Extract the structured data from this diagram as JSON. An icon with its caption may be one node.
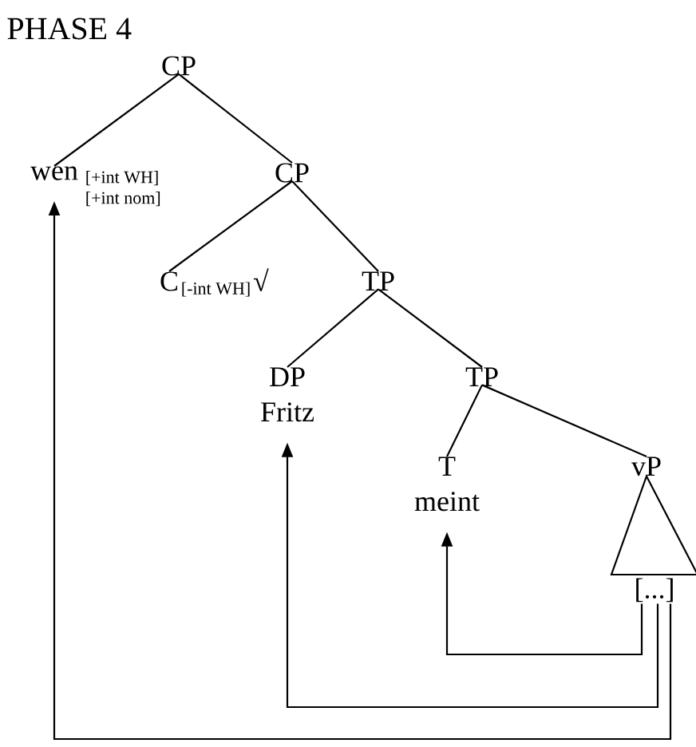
{
  "diagram": {
    "title": "PHASE 4",
    "nodes": [
      {
        "text": [
          "CP"
        ]
      },
      {
        "text": [
          "wen"
        ],
        "beside": [
          "[+int WH]",
          "[+int nom]"
        ]
      },
      {
        "text": [
          "CP"
        ]
      },
      {
        "text": [
          "C"
        ],
        "beside": [
          "[-int WH]",
          "√"
        ]
      },
      {
        "text": [
          "TP"
        ]
      },
      {
        "text": [
          "DP",
          "Fritz"
        ]
      },
      {
        "text": [
          "TP"
        ]
      },
      {
        "text": [
          "T",
          "meint"
        ]
      },
      {
        "text": [
          "vP"
        ]
      },
      {
        "text": [
          "[...]"
        ]
      }
    ],
    "edges": [
      {
        "from": 0,
        "to": 1,
        "arrow": "none"
      },
      {
        "from": 0,
        "to": 2,
        "arrow": "none"
      },
      {
        "from": 2,
        "to": 3,
        "arrow": "none"
      },
      {
        "from": 2,
        "to": 4,
        "arrow": "none"
      },
      {
        "from": 4,
        "to": 5,
        "arrow": "none"
      },
      {
        "from": 4,
        "to": 6,
        "arrow": "none"
      },
      {
        "from": 6,
        "to": 7,
        "arrow": "none"
      },
      {
        "from": 6,
        "to": 8,
        "arrow": "none"
      },
      {
        "from": 8,
        "to": 9,
        "arrow": "none"
      },
      {
        "from": 9,
        "to": 7,
        "arrow": "to"
      },
      {
        "from": 9,
        "to": 5,
        "arrow": "to"
      },
      {
        "from": 9,
        "to": 1,
        "arrow": "to"
      }
    ]
  }
}
